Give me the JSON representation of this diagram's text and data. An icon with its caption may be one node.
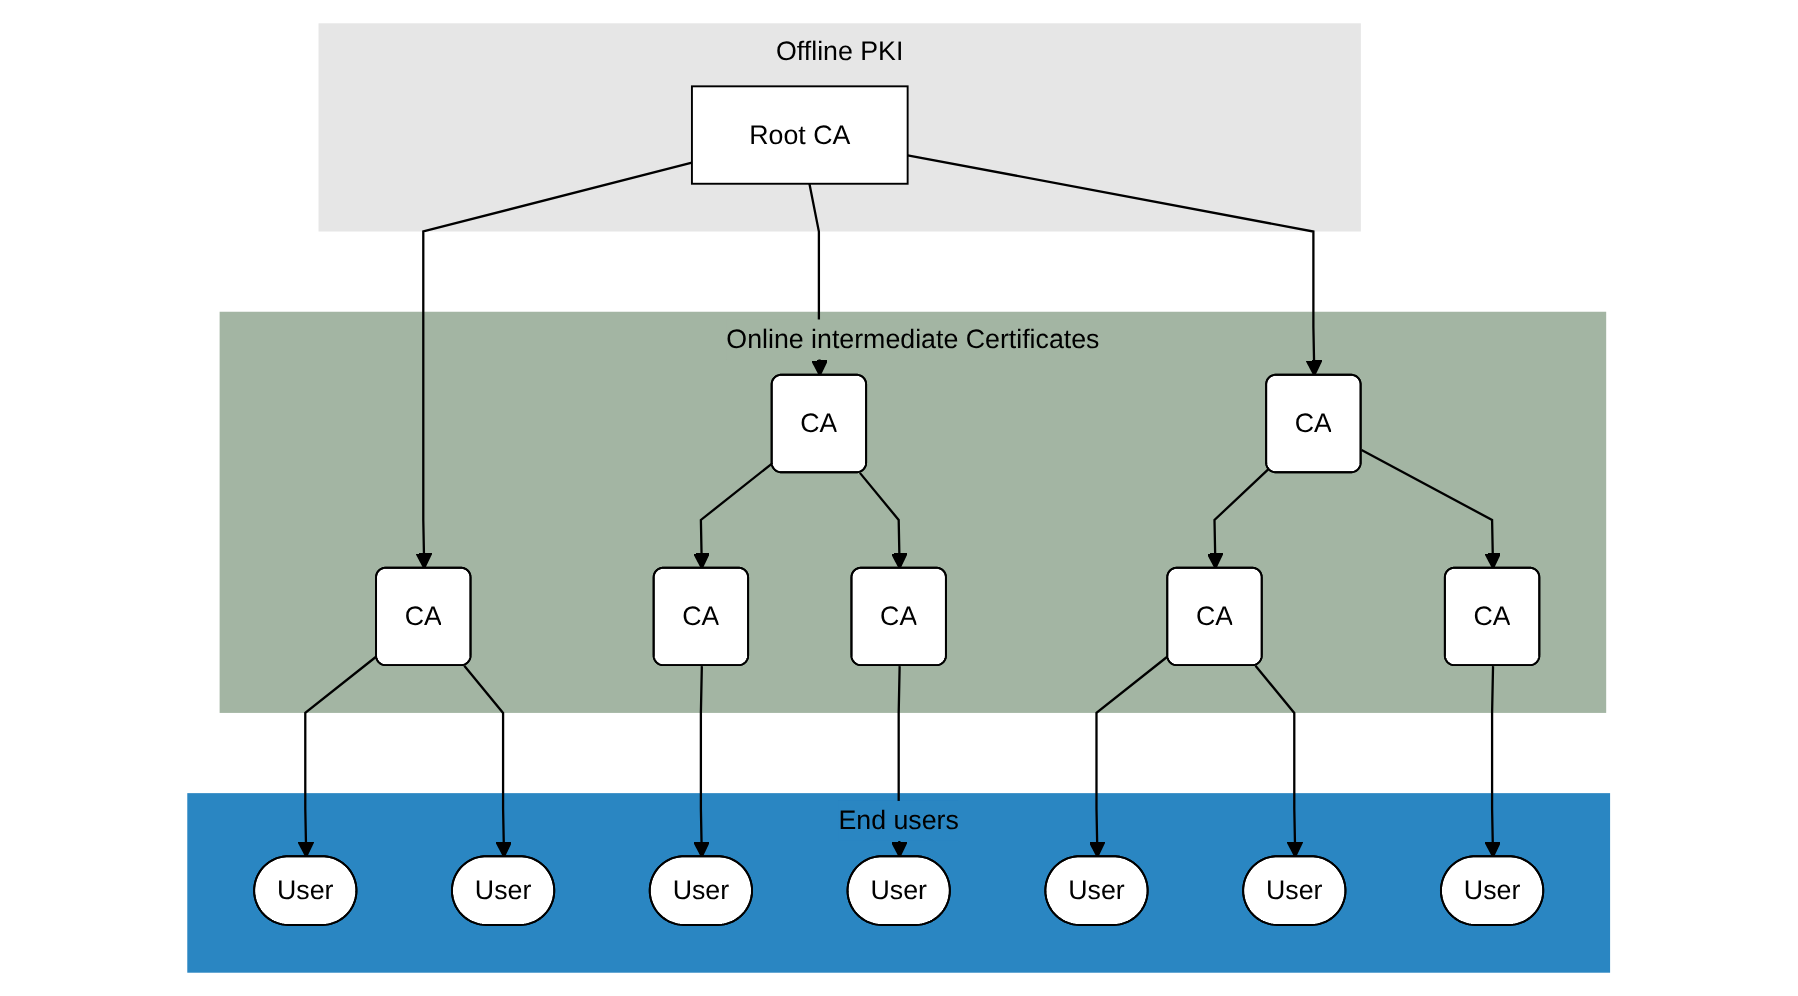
{
  "diagram": {
    "nodes": [
      {
        "text": [
          "Offline PKI"
        ]
      },
      {
        "text": [
          "Root CA"
        ],
        "in": 0
      },
      {
        "text": [
          "Online intermediate Certificates"
        ]
      },
      {
        "text": [
          "CA"
        ],
        "in": 2
      },
      {
        "text": [
          "CA"
        ],
        "in": 2
      },
      {
        "text": [
          "CA"
        ],
        "in": 2
      },
      {
        "text": [
          "CA"
        ],
        "in": 2
      },
      {
        "text": [
          "CA"
        ],
        "in": 2
      },
      {
        "text": [
          "CA"
        ],
        "in": 2
      },
      {
        "text": [
          "CA"
        ],
        "in": 2
      },
      {
        "text": [
          "End users"
        ]
      },
      {
        "text": [
          "User"
        ],
        "in": 10
      },
      {
        "text": [
          "User"
        ],
        "in": 10
      },
      {
        "text": [
          "User"
        ],
        "in": 10
      },
      {
        "text": [
          "User"
        ],
        "in": 10
      },
      {
        "text": [
          "User"
        ],
        "in": 10
      },
      {
        "text": [
          "User"
        ],
        "in": 10
      },
      {
        "text": [
          "User"
        ],
        "in": 10
      }
    ],
    "edges": [
      {
        "from": 1,
        "to": 5,
        "arrow": "to"
      },
      {
        "from": 1,
        "to": 3,
        "arrow": "to"
      },
      {
        "from": 1,
        "to": 4,
        "arrow": "to"
      },
      {
        "from": 3,
        "to": 6,
        "arrow": "to"
      },
      {
        "from": 3,
        "to": 7,
        "arrow": "to"
      },
      {
        "from": 4,
        "to": 8,
        "arrow": "to"
      },
      {
        "from": 4,
        "to": 9,
        "arrow": "to"
      },
      {
        "from": 5,
        "to": 11,
        "arrow": "to"
      },
      {
        "from": 5,
        "to": 12,
        "arrow": "to"
      },
      {
        "from": 6,
        "to": 13,
        "arrow": "to"
      },
      {
        "from": 7,
        "to": 14,
        "arrow": "to"
      },
      {
        "from": 8,
        "to": 15,
        "arrow": "to"
      },
      {
        "from": 8,
        "to": 16,
        "arrow": "to"
      },
      {
        "from": 9,
        "to": 17,
        "arrow": "to"
      }
    ]
  }
}
